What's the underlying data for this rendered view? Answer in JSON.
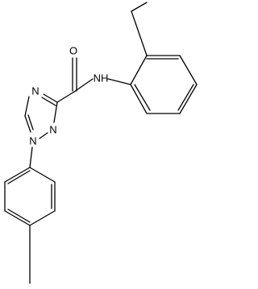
{
  "molecule": {
    "atom_labels": {
      "carbonyl_oxygen": "O",
      "amide_nh": "NH",
      "triazole_n4": "N",
      "triazole_n2": "N",
      "triazole_n1": "N"
    }
  },
  "colors": {
    "bond": "#000000",
    "background": "#ffffff"
  }
}
